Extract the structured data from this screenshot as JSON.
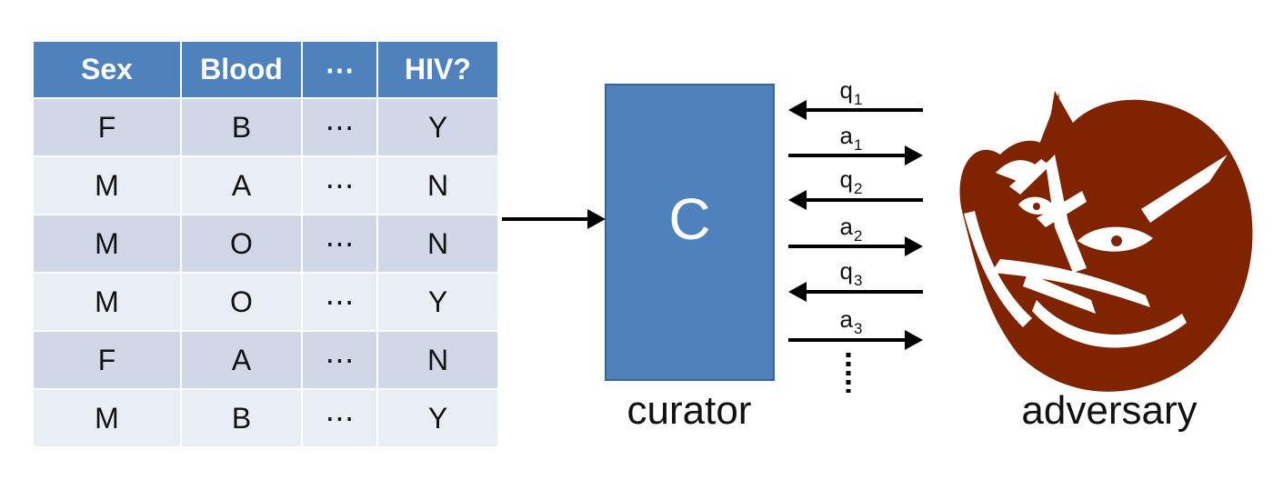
{
  "table": {
    "headers": [
      "Sex",
      "Blood",
      "⋯",
      "HIV?"
    ],
    "rows": [
      [
        "F",
        "B",
        "⋯",
        "Y"
      ],
      [
        "M",
        "A",
        "⋯",
        "N"
      ],
      [
        "M",
        "O",
        "⋯",
        "N"
      ],
      [
        "M",
        "O",
        "⋯",
        "Y"
      ],
      [
        "F",
        "A",
        "⋯",
        "N"
      ],
      [
        "M",
        "B",
        "⋯",
        "Y"
      ]
    ]
  },
  "curator": {
    "box_letter": "C",
    "caption": "curator"
  },
  "adversary": {
    "caption": "adversary",
    "icon": "devil-face-icon"
  },
  "messages": [
    {
      "base": "q",
      "sub": "1",
      "direction": "to-curator"
    },
    {
      "base": "a",
      "sub": "1",
      "direction": "to-adversary"
    },
    {
      "base": "q",
      "sub": "2",
      "direction": "to-curator"
    },
    {
      "base": "a",
      "sub": "2",
      "direction": "to-adversary"
    },
    {
      "base": "q",
      "sub": "3",
      "direction": "to-curator"
    },
    {
      "base": "a",
      "sub": "3",
      "direction": "to-adversary"
    }
  ],
  "colors": {
    "header_fill": "#4f81bd",
    "row_fill_dark": "#d0d8e8",
    "row_fill_light": "#e9edf4",
    "curator_fill": "#4f81bd",
    "adversary_fill": "#7f2300"
  }
}
